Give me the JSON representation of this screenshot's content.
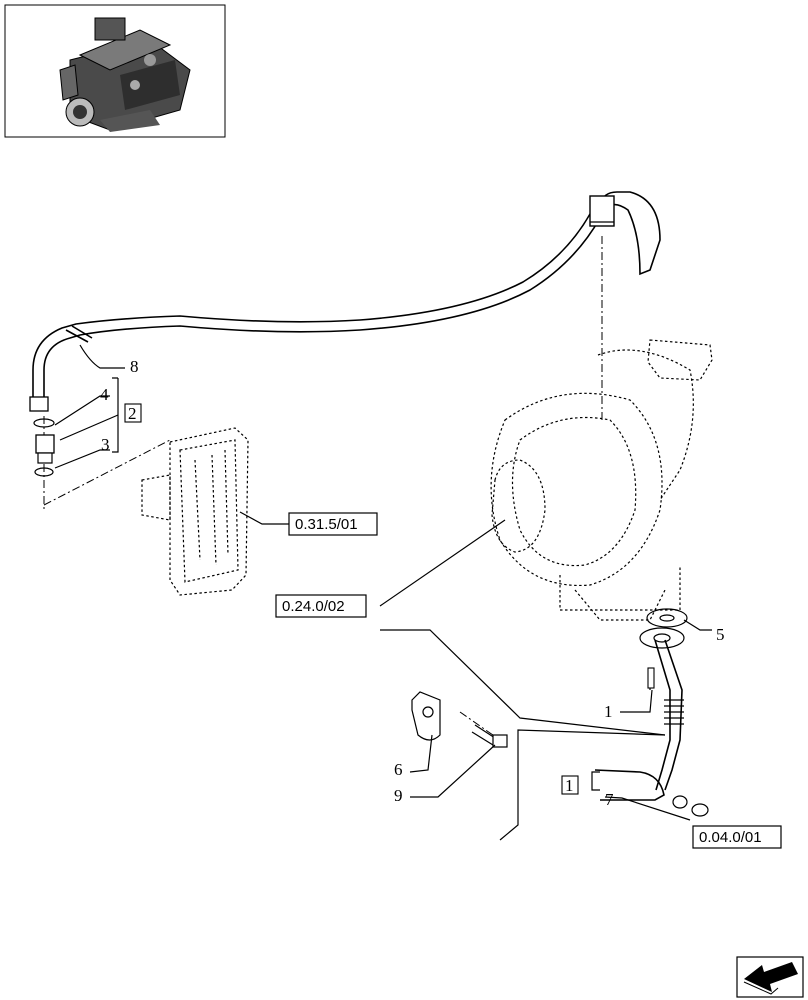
{
  "callouts": {
    "p1": "1",
    "p3": "3",
    "p4": "4",
    "p5": "5",
    "p6": "6",
    "p7": "7",
    "p8": "8",
    "p9": "9",
    "kit2": "2",
    "kit1": "1"
  },
  "references": {
    "ref_a": "0.31.5/01",
    "ref_b": "0.24.0/02",
    "ref_c": "0.04.0/01"
  },
  "icons": {
    "thumbnail": "engine-thumbnail",
    "nav": "previous-page-arrow-icon"
  }
}
